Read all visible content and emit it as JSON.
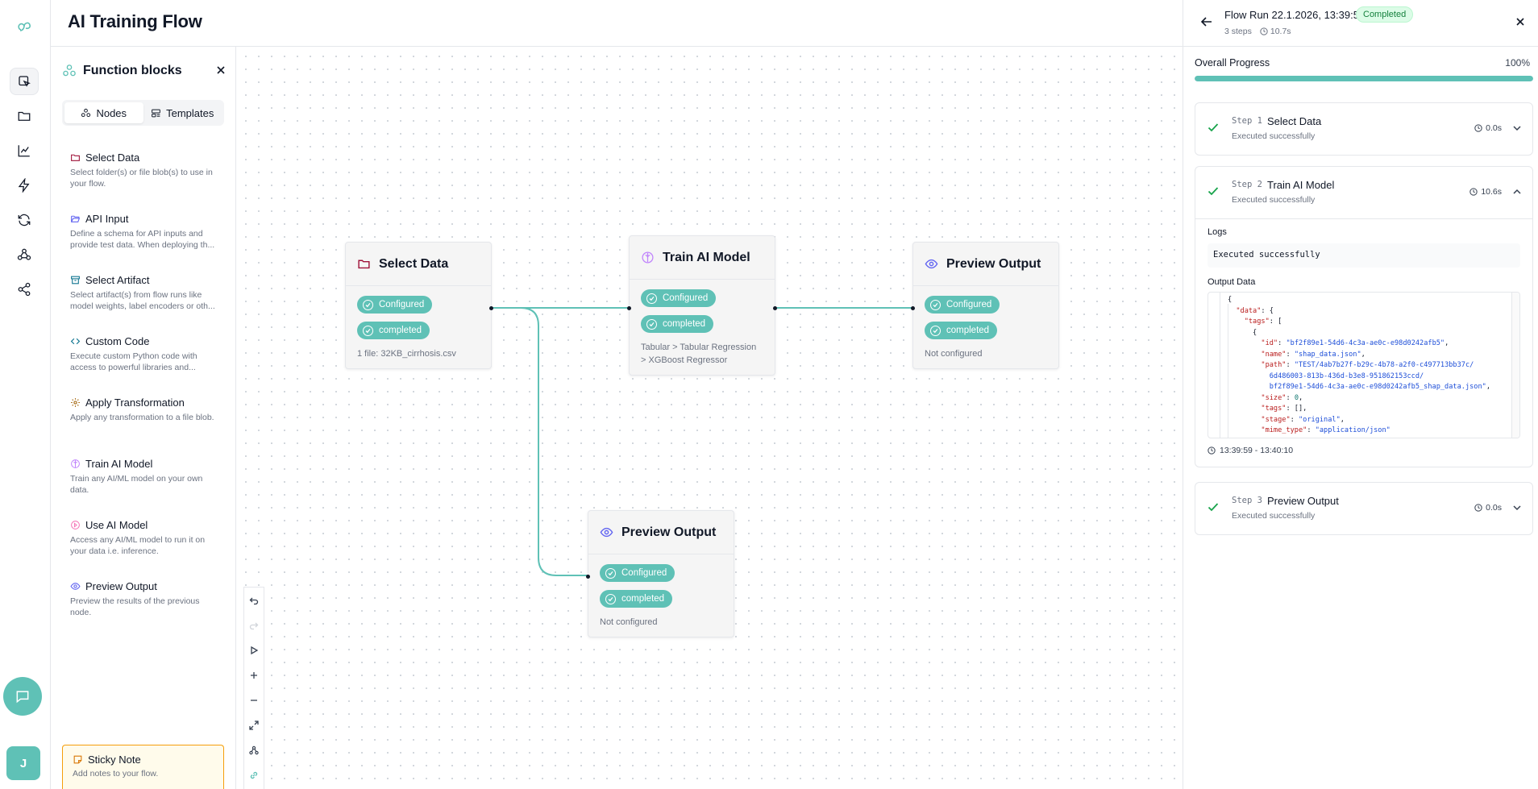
{
  "app": {
    "title": "AI Training Flow",
    "user_initial": "J"
  },
  "rail": {
    "icons": [
      "logo-icon",
      "flow-editor-icon",
      "folder-icon",
      "chart-icon",
      "lightning-icon",
      "refresh-icon",
      "webhook-icon",
      "share-icon"
    ]
  },
  "function_blocks": {
    "title": "Function blocks",
    "tabs": [
      {
        "label": "Nodes",
        "active": true
      },
      {
        "label": "Templates",
        "active": false
      }
    ],
    "items": [
      {
        "name": "Select Data",
        "desc": "Select folder(s) or file blob(s) to use in your flow.",
        "icon": "folder-icon",
        "color": "#9f1239"
      },
      {
        "name": "API Input",
        "desc": "Define a schema for API inputs and provide test data. When deploying th...",
        "icon": "folder-open-icon",
        "color": "#6366f1"
      },
      {
        "name": "Select Artifact",
        "desc": "Select artifact(s) from flow runs like model weights, label encoders or oth...",
        "icon": "archive-icon",
        "color": "#0e7490"
      },
      {
        "name": "Custom Code",
        "desc": "Execute custom Python code with access to powerful libraries and...",
        "icon": "code-icon",
        "color": "#0e7490"
      },
      {
        "name": "Apply Transformation",
        "desc": "Apply any transformation to a file blob.",
        "icon": "cog-icon",
        "color": "#a16207"
      },
      {
        "name": "Train AI Model",
        "desc": "Train any AI/ML model on your own data.",
        "icon": "brain-icon",
        "color": "#c084fc"
      },
      {
        "name": "Use AI Model",
        "desc": "Access any AI/ML model to run it on your data i.e. inference.",
        "icon": "play-circle-icon",
        "color": "#f472b6"
      },
      {
        "name": "Preview Output",
        "desc": "Preview the results of the previous node.",
        "icon": "eye-icon",
        "color": "#6366f1"
      }
    ],
    "sticky": {
      "name": "Sticky Note",
      "desc": "Add notes to your flow."
    }
  },
  "nodes": [
    {
      "id": "select-data",
      "title": "Select Data",
      "icon": "folder-icon",
      "badges": [
        "Configured",
        "completed"
      ],
      "meta": "1 file: 32KB_cirrhosis.csv"
    },
    {
      "id": "train-ai-model",
      "title": "Train AI Model",
      "icon": "brain-icon",
      "badges": [
        "Configured",
        "completed"
      ],
      "meta": "Tabular > Tabular Regression > XGBoost Regressor"
    },
    {
      "id": "preview-output-1",
      "title": "Preview Output",
      "icon": "eye-icon",
      "badges": [
        "Configured",
        "completed"
      ],
      "meta": "Not configured"
    },
    {
      "id": "preview-output-2",
      "title": "Preview Output",
      "icon": "eye-icon",
      "badges": [
        "Configured",
        "completed"
      ],
      "meta": "Not configured"
    }
  ],
  "canvas_controls": [
    "undo-icon",
    "redo-icon",
    "run-icon",
    "zoom-in-icon",
    "zoom-out-icon",
    "fit-view-icon",
    "layout-icon",
    "link-icon"
  ],
  "run_panel": {
    "title": "Flow Run 22.1.2026, 13:39:59",
    "status": "Completed",
    "steps_count": "3 steps",
    "duration": "10.7s",
    "progress_label": "Overall Progress",
    "progress_pct": "100%",
    "progress_fraction": 1.0,
    "steps": [
      {
        "num": "Step 1",
        "name": "Select Data",
        "status": "Executed successfully",
        "time": "0.0s",
        "expanded": false
      },
      {
        "num": "Step 2",
        "name": "Train AI Model",
        "status": "Executed successfully",
        "time": "10.6s",
        "expanded": true,
        "logs_label": "Logs",
        "logs": "Executed successfully",
        "output_label": "Output Data",
        "time_range": "13:39:59 - 13:40:10"
      },
      {
        "num": "Step 3",
        "name": "Preview Output",
        "status": "Executed successfully",
        "time": "0.0s",
        "expanded": false
      }
    ],
    "output_json": {
      "id": "bf2f89e1-54d6-4c3a-ae0c-e98d0242afb5",
      "name": "shap_data.json",
      "path_line1": "TEST/4ab7b27f-b29c-4b78-a2f0-c497713bb37c/",
      "path_line2": "6d486003-813b-436d-b3e8-951862153ccd/",
      "path_line3": "bf2f89e1-54d6-4c3a-ae0c-e98d0242afb5_shap_data.json",
      "size": "0",
      "stage": "original",
      "mime_type": "application/json"
    }
  },
  "colors": {
    "accent": "#5fc1b6",
    "completed_bg": "#dcfce7",
    "completed_text": "#15803d",
    "check": "#16a34a"
  }
}
